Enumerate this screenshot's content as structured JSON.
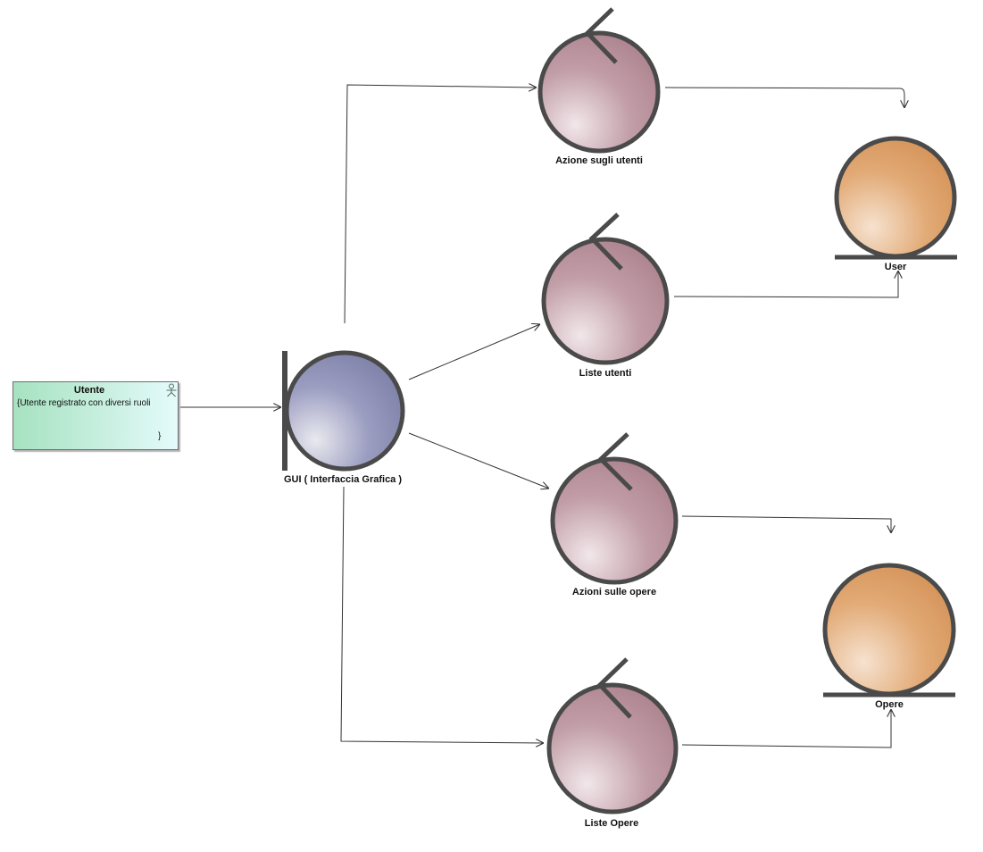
{
  "actor": {
    "name": "Utente",
    "constraint_text": "{Utente registrato con diversi ruoli",
    "constraint_close": "}",
    "icon": "actor-stick-figure-icon"
  },
  "boundary": {
    "name": "GUI ( Interfaccia Grafica )"
  },
  "controls": [
    {
      "id": "azione-sugli-utenti",
      "name": "Azione sugli utenti"
    },
    {
      "id": "liste-utenti",
      "name": "Liste utenti"
    },
    {
      "id": "azioni-sulle-opere",
      "name": "Azioni sulle opere"
    },
    {
      "id": "liste-opere",
      "name": "Liste Opere"
    }
  ],
  "entities": [
    {
      "id": "user",
      "name": "User"
    },
    {
      "id": "opere",
      "name": "Opere"
    }
  ],
  "colors": {
    "boundary_fill": "#7f82a9",
    "control_fill": "#ad848f",
    "entity_fill": "#d49358",
    "outline": "#4a4a4a",
    "connector": "#333333",
    "actor_fill_start": "#a6e2c0",
    "actor_fill_end": "#e4fbfb"
  }
}
